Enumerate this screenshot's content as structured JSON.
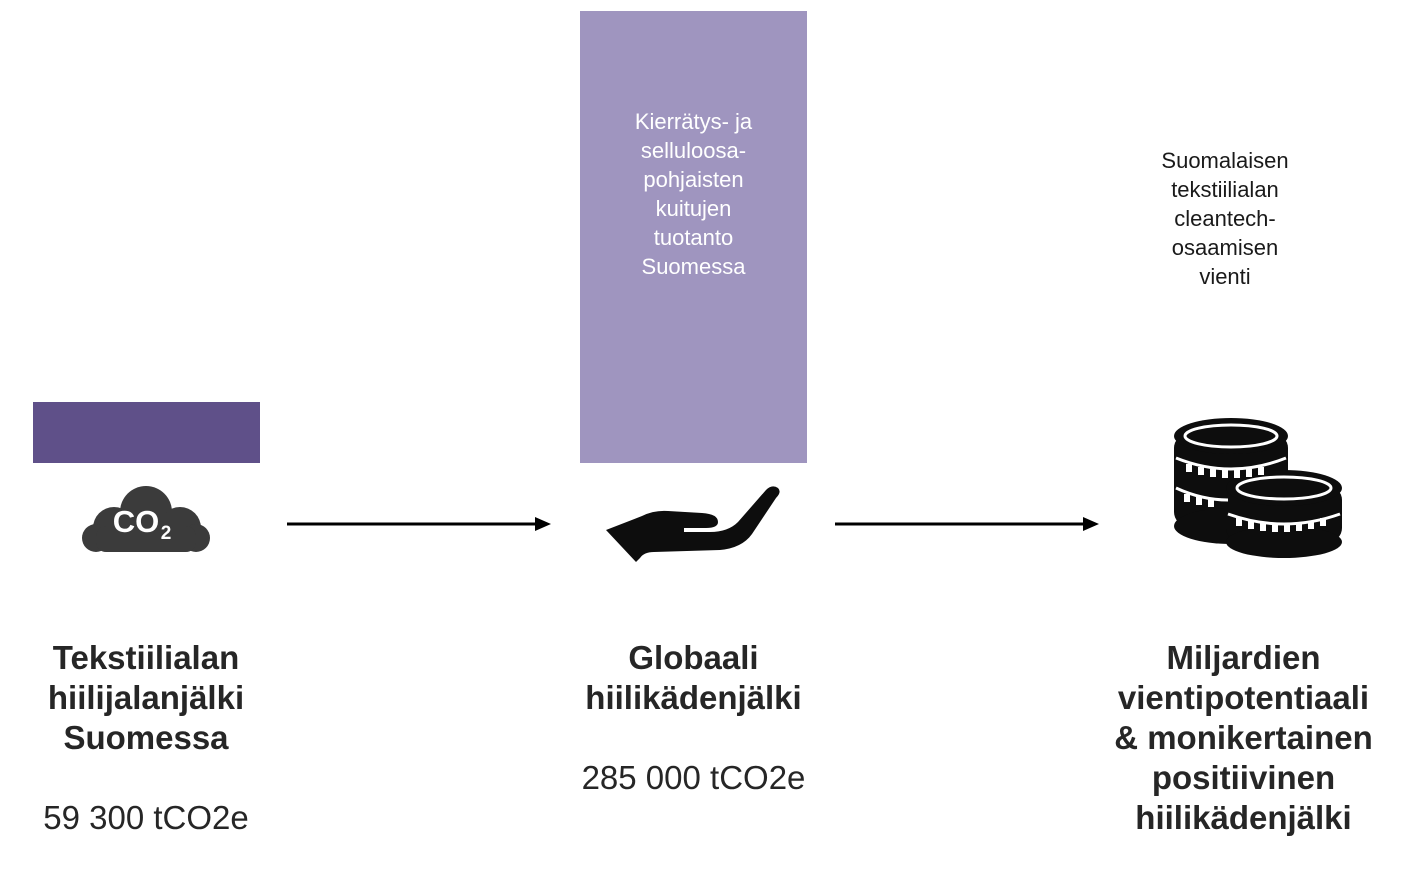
{
  "bars": {
    "middle_label": "Kierrätys- ja\nselluloosa-\npohjaisten\nkuitujen\ntuotanto\nSuomessa"
  },
  "right_note": "Suomalaisen\ntekstiilialan\ncleantech-\nosaamisen\nvienti",
  "co2_icon": {
    "text": "CO",
    "subscript": "2",
    "icon": "co2-cloud-icon"
  },
  "columns": [
    {
      "title": "Tekstiilialan\nhiilijalanjälki\nSuomessa",
      "value": "59 300 tCO2e"
    },
    {
      "title": "Globaali\nhiilikädenjälki",
      "value": "285 000 tCO2e"
    },
    {
      "title": "Miljardien\nvientipotentiaali\n& monikertainen\npositiivinen\nhiilikädenjälki",
      "value": ""
    }
  ],
  "icons": [
    "co2-cloud-icon",
    "arrow-right-icon",
    "hand-icon",
    "arrow-right-icon",
    "coins-icon"
  ],
  "colors": {
    "dark_bar": "#5f5089",
    "light_bar": "#9f95bf",
    "text": "#262626"
  }
}
